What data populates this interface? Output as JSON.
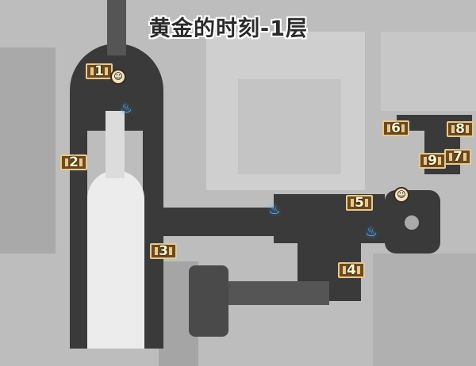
{
  "map": {
    "title": "黄金的时刻-1层",
    "chests": [
      {
        "label": "1"
      },
      {
        "label": "2"
      },
      {
        "label": "3"
      },
      {
        "label": "4"
      },
      {
        "label": "5"
      },
      {
        "label": "6"
      },
      {
        "label": "7"
      },
      {
        "label": "8"
      },
      {
        "label": "9"
      }
    ],
    "icons": {
      "teleport": "space-anchor-icon",
      "npc": "npc-icon"
    },
    "colors": {
      "floor": "#3a3a3a",
      "background": "#bdbdbd",
      "chest": "#6b4a23",
      "teleport": "#4fb6ff"
    }
  }
}
